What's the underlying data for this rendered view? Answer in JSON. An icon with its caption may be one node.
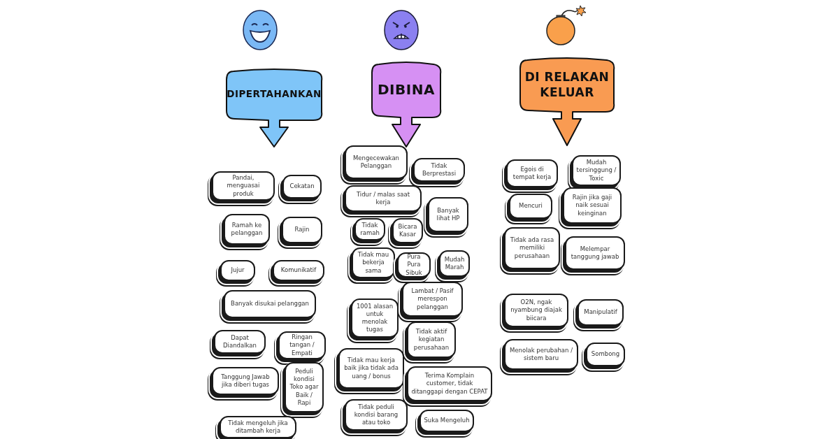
{
  "diagram": {
    "nodes": [
      {
        "text": [
          "DIPERTAHANKAN"
        ]
      },
      {
        "text": [
          "DIBINA"
        ]
      },
      {
        "text": [
          "DI RELAKAN KELUAR"
        ]
      },
      {
        "text": [
          "Pandai, menguasai produk"
        ]
      },
      {
        "text": [
          "Cekatan"
        ]
      },
      {
        "text": [
          "Ramah ke pelanggan"
        ]
      },
      {
        "text": [
          "Rajin"
        ]
      },
      {
        "text": [
          "Jujur"
        ]
      },
      {
        "text": [
          "Komunikatif"
        ]
      },
      {
        "text": [
          "Banyak disukai pelanggan"
        ]
      },
      {
        "text": [
          "Dapat Diandalkan"
        ]
      },
      {
        "text": [
          "Ringan tangan / Empati"
        ]
      },
      {
        "text": [
          "Tanggung Jawab jika diberi tugas"
        ]
      },
      {
        "text": [
          "Peduli kondisi Toko agar Baik / Rapi"
        ]
      },
      {
        "text": [
          "Tidak mengeluh jika ditambah kerja"
        ]
      },
      {
        "text": [
          "Mengecewakan Pelanggan"
        ]
      },
      {
        "text": [
          "Tidak Berprestasi"
        ]
      },
      {
        "text": [
          "Tidur / malas saat kerja"
        ]
      },
      {
        "text": [
          "Banyak lihat HP"
        ]
      },
      {
        "text": [
          "Tidak ramah"
        ]
      },
      {
        "text": [
          "Bicara Kasar"
        ]
      },
      {
        "text": [
          "Tidak mau bekerja sama"
        ]
      },
      {
        "text": [
          "Pura Pura Sibuk"
        ]
      },
      {
        "text": [
          "Mudah Marah"
        ]
      },
      {
        "text": [
          "Lambat / Pasif merespon pelanggan"
        ]
      },
      {
        "text": [
          "1001 alasan untuk menolak tugas"
        ]
      },
      {
        "text": [
          "Tidak aktif kegiatan perusahaan"
        ]
      },
      {
        "text": [
          "Tidak mau kerja baik jika tidak ada uang / bonus"
        ]
      },
      {
        "text": [
          "Terima Komplain customer, tidak ditanggapi dengan CEPAT"
        ]
      },
      {
        "text": [
          "Tidak peduli kondisi barang atau toko"
        ]
      },
      {
        "text": [
          "Suka Mengeluh"
        ]
      },
      {
        "text": [
          "Egois di tempat kerja"
        ]
      },
      {
        "text": [
          "Mudah tersinggung / Toxic"
        ]
      },
      {
        "text": [
          "Mencuri"
        ]
      },
      {
        "text": [
          "Rajin jika gaji naik sesuai keinginan"
        ]
      },
      {
        "text": [
          "Tidak ada rasa memiliki perusahaan"
        ]
      },
      {
        "text": [
          "Melempar tanggung jawab"
        ]
      },
      {
        "text": [
          "O2N, ngak nyambung diajak biicara"
        ]
      },
      {
        "text": [
          "Manipulatif"
        ]
      },
      {
        "text": [
          "Menolak perubahan / sistem baru"
        ]
      },
      {
        "text": [
          "Sombong"
        ]
      }
    ]
  }
}
